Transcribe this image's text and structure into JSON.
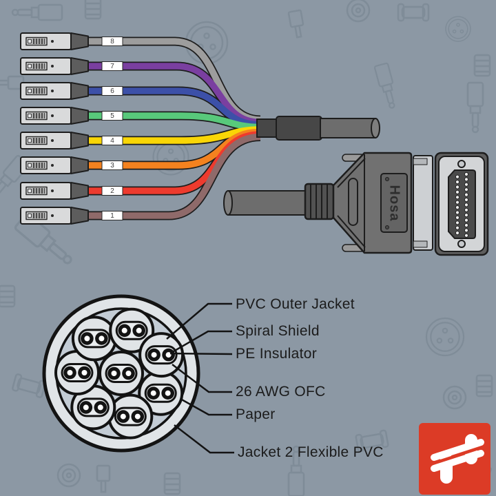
{
  "background": {
    "color": "#8C98A4"
  },
  "snake": {
    "description_rows_top_to_bottom": "8 XLR channels",
    "rows": [
      {
        "number": "8",
        "color": "#9d9d9d"
      },
      {
        "number": "7",
        "color": "#7a3fa0"
      },
      {
        "number": "6",
        "color": "#3c50a8"
      },
      {
        "number": "5",
        "color": "#58c97b"
      },
      {
        "number": "4",
        "color": "#f9d606"
      },
      {
        "number": "3",
        "color": "#f4821f"
      },
      {
        "number": "2",
        "color": "#ed3b2e"
      },
      {
        "number": "1",
        "color": "#8f6a6a"
      }
    ],
    "dsub": {
      "brand_label": "Hosa",
      "pin_count": 25
    }
  },
  "cross_section": {
    "labels": [
      "PVC Outer Jacket",
      "Spiral Shield",
      "PE Insulator",
      "26 AWG OFC",
      "Paper",
      "Jacket 2 Flexible PVC"
    ],
    "pair_count": 8
  },
  "logo": {
    "color": "#DC3B26"
  }
}
